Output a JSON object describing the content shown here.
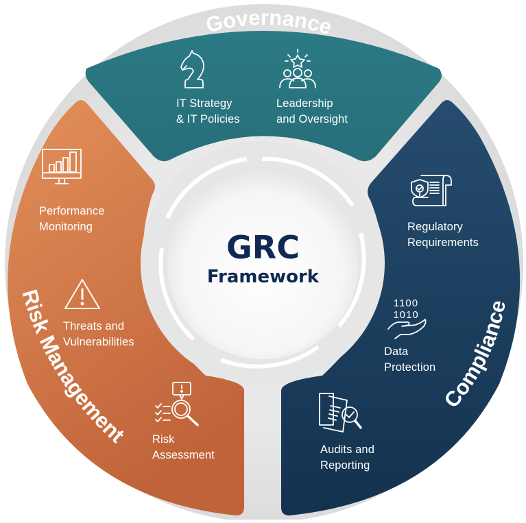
{
  "center": {
    "title": "GRC",
    "subtitle": "Framework"
  },
  "colors": {
    "governance": "#2a7580",
    "risk_management_top": "#e08a50",
    "risk_management_bottom": "#c5683a",
    "compliance_top": "#24486a",
    "compliance_bottom": "#163550",
    "center_text": "#0f2a52",
    "gap": "#e3e3e3"
  },
  "segments": [
    {
      "name": "Governance",
      "items": [
        {
          "label": "IT Strategy\n& IT Policies",
          "icon": "chess-knight-icon"
        },
        {
          "label": "Leadership\nand Oversight",
          "icon": "team-star-icon"
        }
      ]
    },
    {
      "name": "Risk Management",
      "items": [
        {
          "label": "Performance\nMonitoring",
          "icon": "monitor-bar-chart-icon"
        },
        {
          "label": "Threats and\nVulnerabilities",
          "icon": "warning-triangle-icon"
        },
        {
          "label": "Risk\nAssessment",
          "icon": "checklist-magnifier-icon"
        }
      ]
    },
    {
      "name": "Compliance",
      "items": [
        {
          "label": "Regulatory\nRequirements",
          "icon": "shield-document-icon"
        },
        {
          "label": "Data\nProtection",
          "icon": "binary-hand-icon"
        },
        {
          "label": "Audits and\nReporting",
          "icon": "document-magnifier-icon"
        }
      ]
    }
  ],
  "binary_glyph": {
    "line1": "1100",
    "line2": "1010"
  }
}
